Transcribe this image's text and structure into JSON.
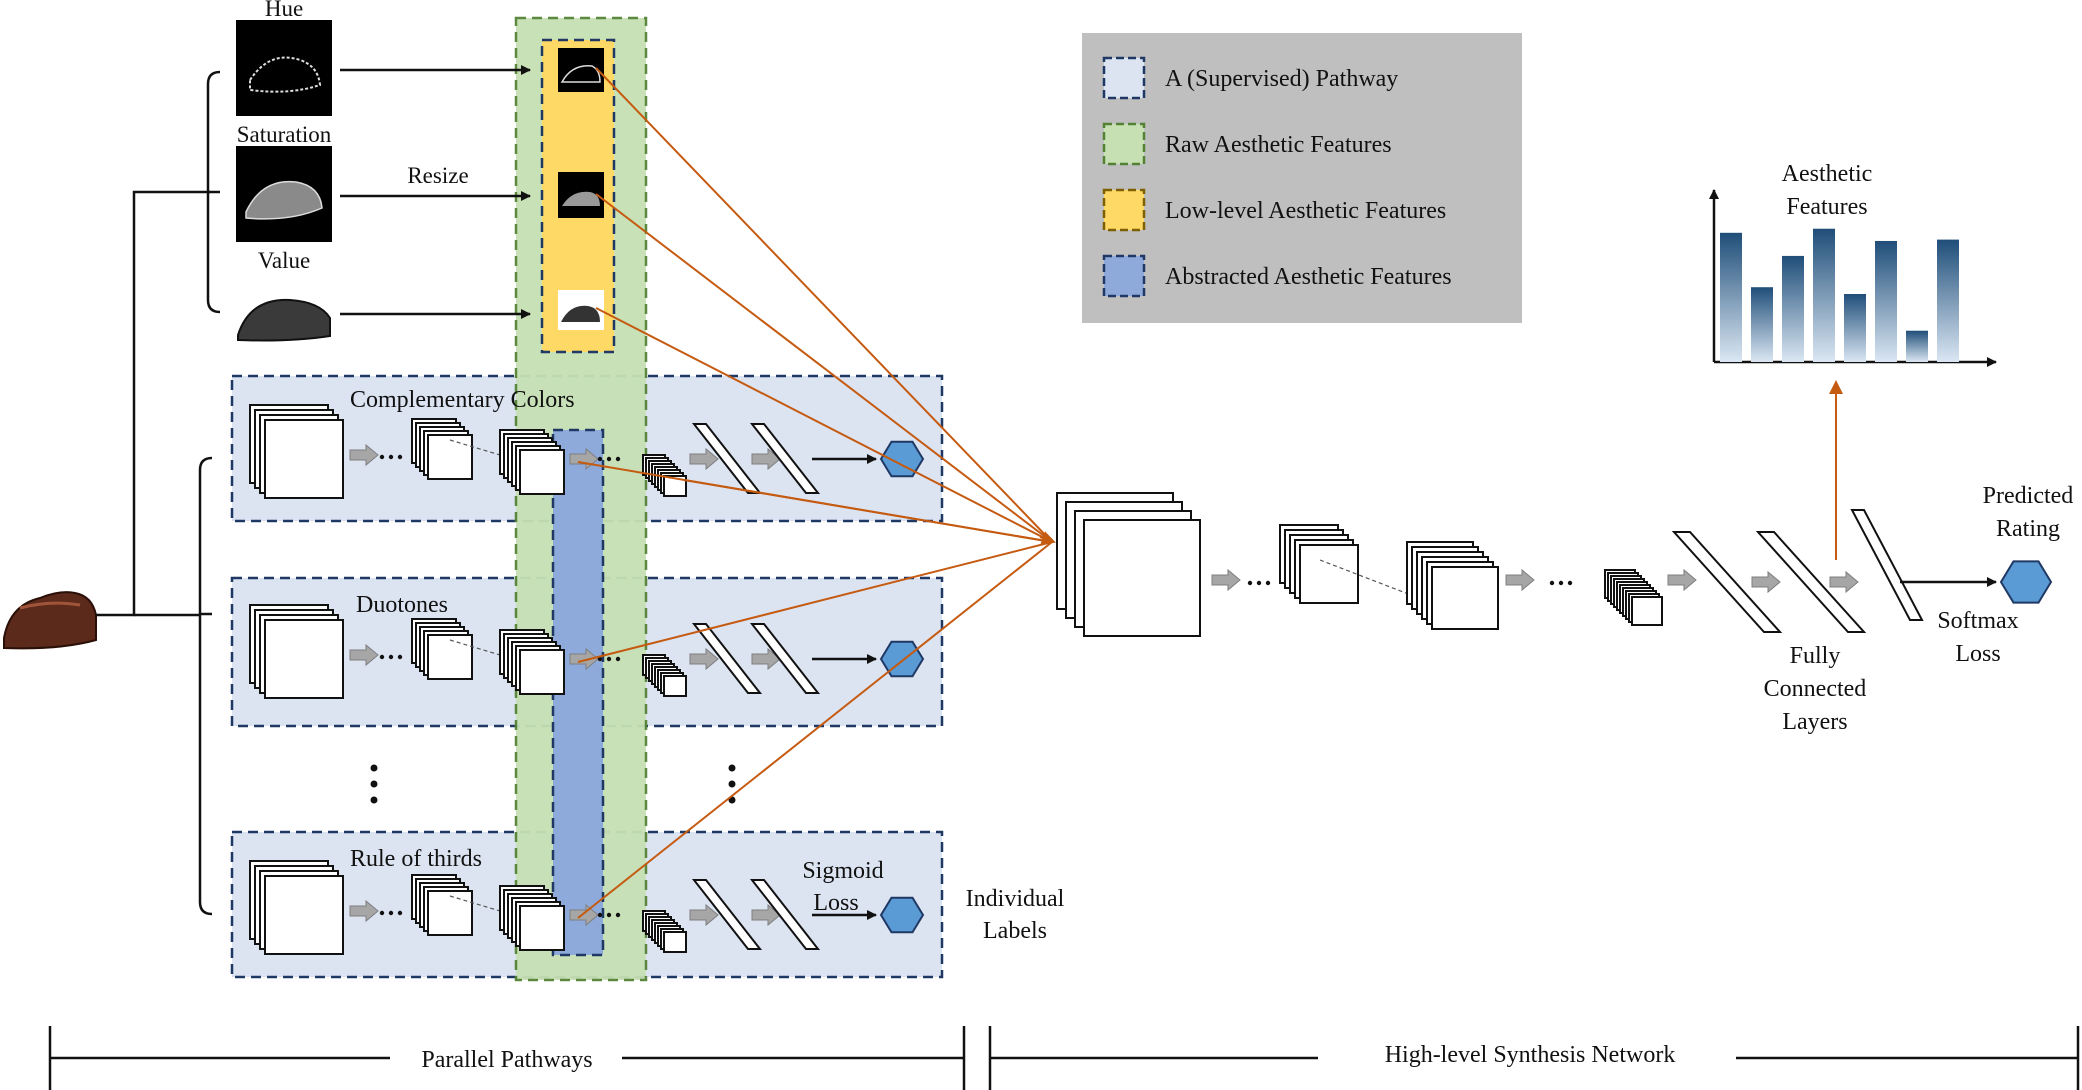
{
  "legend": {
    "items": [
      {
        "label": "A (Supervised) Pathway",
        "fill": "#dce4f2",
        "stroke": "#1f3864"
      },
      {
        "label": "Raw Aesthetic Features",
        "fill": "#c6e0b4",
        "stroke": "#548235"
      },
      {
        "label": "Low-level Aesthetic Features",
        "fill": "#ffd966",
        "stroke": "#7f6000"
      },
      {
        "label": "Abstracted Aesthetic Features",
        "fill": "#8eaadb",
        "stroke": "#1f3864"
      }
    ],
    "background": "#bfbfbf"
  },
  "inputs": {
    "hue_label": "Hue",
    "saturation_label": "Saturation",
    "value_label": "Value",
    "resize_label": "Resize"
  },
  "pathways": {
    "complementary": "Complementary Colors",
    "duotones": "Duotones",
    "rule_of_thirds": "Rule of thirds",
    "sigmoid_loss": [
      "Sigmoid",
      "Loss"
    ],
    "individual_labels": [
      "Individual",
      "Labels"
    ],
    "ellipsis": "···"
  },
  "synthesis": {
    "fc_label": [
      "Fully",
      "Connected",
      "Layers"
    ],
    "softmax_label": [
      "Softmax",
      "Loss"
    ],
    "predicted_label": [
      "Predicted",
      "Rating"
    ],
    "aesthetic_features_title": [
      "Aesthetic",
      "Features"
    ]
  },
  "chart_data": {
    "type": "bar",
    "title": "Aesthetic Features",
    "values": [
      0.95,
      0.55,
      0.78,
      0.98,
      0.5,
      0.89,
      0.23,
      0.9
    ],
    "colors": {
      "top": "#1f4e79",
      "bottom": "#dbe7f3"
    }
  },
  "bottom_bar": {
    "left_label": "Parallel Pathways",
    "right_label": "High-level Synthesis Network"
  },
  "colors": {
    "pathway_fill": "#dce4f2",
    "pathway_stroke": "#1f3864",
    "raw_fill": "#c6e0b4",
    "raw_stroke": "#548235",
    "lowlevel_fill": "#ffd966",
    "abstract_fill": "#8eaadb",
    "arrow_orange": "#c55a11",
    "hexagon": "#5b9bd5",
    "gray_arrow": "#a6a6a6"
  }
}
